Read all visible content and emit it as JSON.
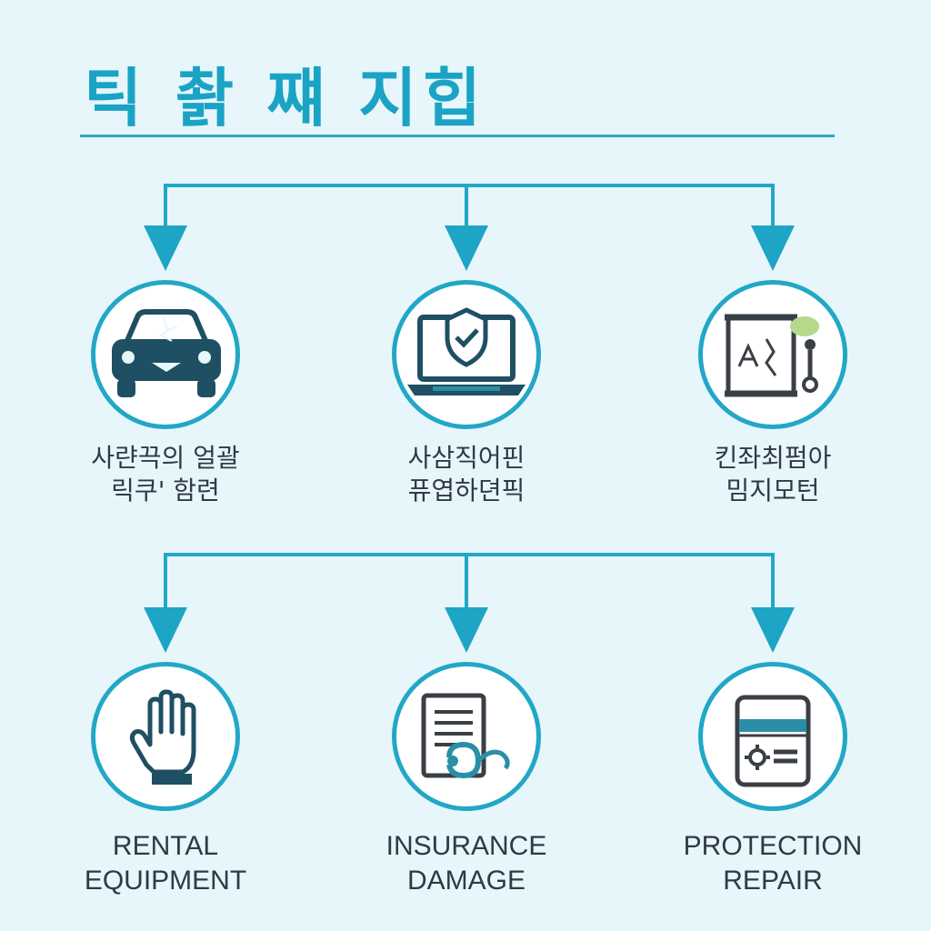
{
  "title": "틱 촭 쨰 지힙",
  "colors": {
    "accent": "#22a7c6",
    "icon_dark": "#1f4f63",
    "icon_teal": "#2a8fa6",
    "text": "#2f3a44",
    "background": "#e6f6fb"
  },
  "top_nodes": [
    {
      "icon": "damaged-car-icon",
      "label_line1": "사랸끅의 얼괄",
      "label_line2": "릭쿠' 함련"
    },
    {
      "icon": "shield-laptop-icon",
      "label_line1": "사삼직어핀",
      "label_line2": "퓨엽하뎐픽"
    },
    {
      "icon": "document-wrench-icon",
      "label_line1": "킨좌최펌아",
      "label_line2": "밈지모턴"
    }
  ],
  "bottom_nodes": [
    {
      "icon": "hand-glove-icon",
      "label_line1": "RENTAL",
      "label_line2": "EQUIPMENT"
    },
    {
      "icon": "document-stethoscope-icon",
      "label_line1": "INSURANCE",
      "label_line2": "DAMAGE"
    },
    {
      "icon": "card-gear-icon",
      "label_line1": "PROTECTION",
      "label_line2": "REPAIR"
    }
  ]
}
